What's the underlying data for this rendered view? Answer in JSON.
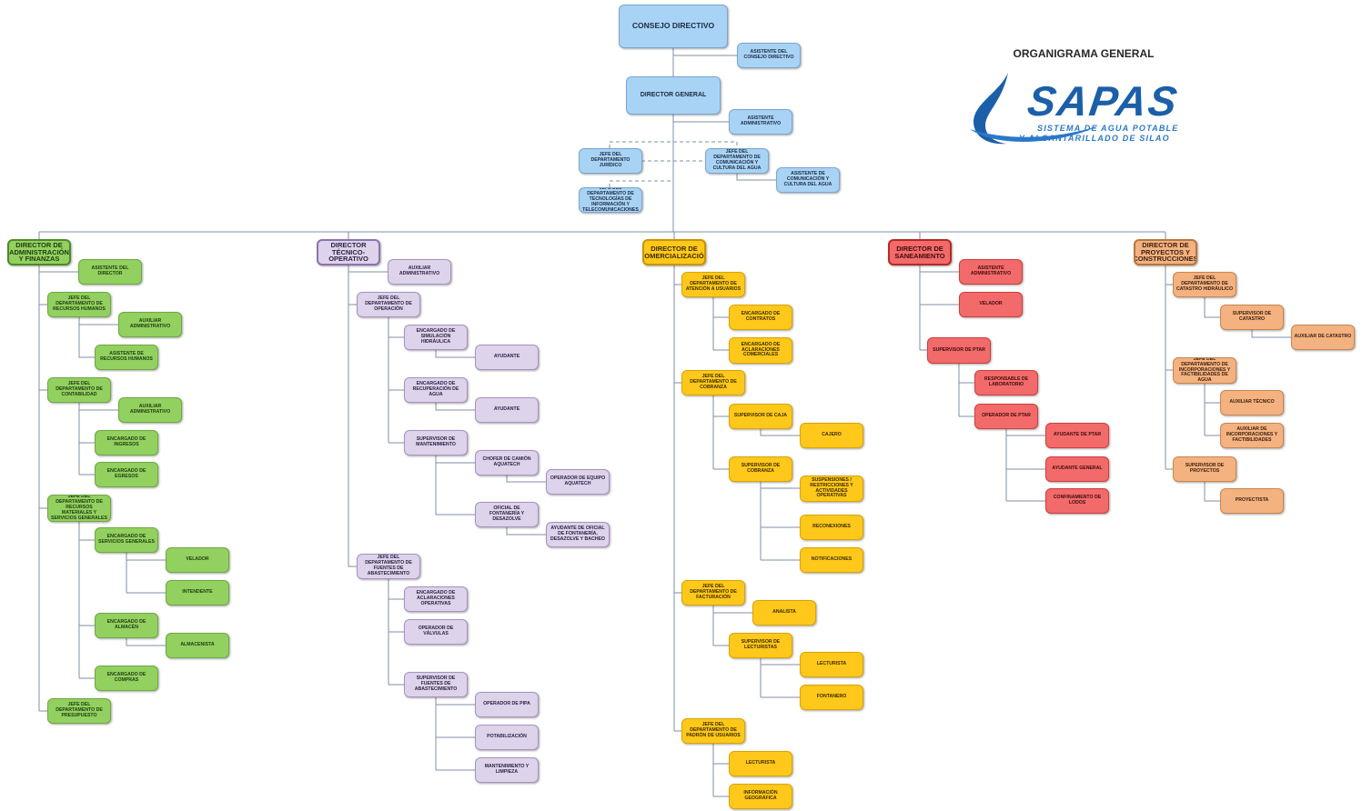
{
  "header": {
    "title": "ORGANIGRAMA GENERAL",
    "logo_text": "SAPAS",
    "logo_subtitle_1": "SISTEMA DE AGUA POTABLE",
    "logo_subtitle_2": "Y ALCANTARILLADO DE SILAO"
  },
  "colors": {
    "blue": "#a9d3f5",
    "green": "#92d05f",
    "purple": "#ddd3ea",
    "yellow": "#ffc81a",
    "red": "#f36a6a",
    "orange": "#f3b27f",
    "connector": "#7f8fa6"
  },
  "nodes": {
    "consejo": "CONSEJO DIRECTIVO",
    "asist_consejo": "ASISTENTE DEL CONSEJO DIRECTIVO",
    "dir_general": "DIRECTOR GENERAL",
    "asist_admin_dg": "ASISTENTE ADMINISTRATIVO",
    "jefe_juridico": "JEFE DEL DEPARTAMENTO JURÍDICO",
    "jefe_comunicacion": "JEFE DEL DEPARTAMENTO DE COMUNICACIÓN Y CULTURA DEL AGUA",
    "asist_comunicacion": "ASISTENTE DE COMUNICACIÓN Y CULTURA DEL AGUA",
    "jefe_tecnologias": "JEFE DEL DEPARTAMENTO DE TECNOLOGÍAS DE INFORMACIÓN Y TELECOMUNICACIONES",
    "dir_admin": "DIRECTOR DE ADMINISTRACIÓN Y FINANZAS",
    "af_asist_director": "ASISTENTE DEL DIRECTOR",
    "af_jefe_rh": "JEFE DEL DEPARTAMENTO DE RECURSOS HUMANOS",
    "af_aux_admin_1": "AUXILIAR ADMINISTRATIVO",
    "af_asist_rh": "ASISTENTE DE RECURSOS HUMANOS",
    "af_jefe_contab": "JEFE DEL DEPARTAMENTO DE CONTABILIDAD",
    "af_aux_admin_2": "AUXILIAR ADMINISTRATIVO",
    "af_enc_ingresos": "ENCARGADO DE INGRESOS",
    "af_enc_egresos": "ENCARGADO DE EGRESOS",
    "af_jefe_recmat": "JEFE DEL DEPARTAMENTO DE RECURSOS MATERIALES Y SERVICIOS GENERALES",
    "af_enc_servicios": "ENCARGADO DE SERVICIOS GENERALES",
    "af_velador": "VELADOR",
    "af_intendente": "INTENDENTE",
    "af_enc_almacen": "ENCARGADO DE ALMACÉN",
    "af_almacenista": "ALMACENISTA",
    "af_enc_compras": "ENCARGADO DE COMPRAS",
    "af_jefe_presupuesto": "JEFE DEL DEPARTAMENTO DE PRESUPUESTO",
    "dir_tecnico": "DIRECTOR TÉCNICO-OPERATIVO",
    "to_aux_admin": "AUXILIAR ADMINISTRATIVO",
    "to_jefe_operacion": "JEFE DEL DEPARTAMENTO DE OPERACIÓN",
    "to_enc_simulacion": "ENCARGADO DE SIMULACIÓN HIDRÁULICA",
    "to_ayudante_1": "AYUDANTE",
    "to_enc_recuperacion": "ENCARGADO DE RECUPERACIÓN DE AGUA",
    "to_ayudante_2": "AYUDANTE",
    "to_sup_mantenimiento": "SUPERVISOR DE MANTENIMIENTO",
    "to_chofer": "CHOFER DE CAMIÓN AQUATECH",
    "to_operador_aquatech": "OPERADOR DE EQUIPO AQUATECH",
    "to_oficial_fontaneria": "OFICIAL DE FONTANERÍA Y DESAZOLVE",
    "to_ayudante_oficial": "AYUDANTE DE OFICIAL DE FONTANERÍA, DESAZOLVE Y BACHEO",
    "to_jefe_fuentes": "JEFE DEL DEPARTAMENTO DE FUENTES DE ABASTECIMIENTO",
    "to_enc_aclaraciones": "ENCARGADO DE ACLARACIONES OPERATIVAS",
    "to_operador_valvulas": "OPERADOR DE VÁLVULAS",
    "to_sup_fuentes": "SUPERVISOR DE FUENTES DE ABASTECIMIENTO",
    "to_operador_pipa": "OPERADOR DE PIPA",
    "to_potabilizacion": "POTABILIZACIÓN",
    "to_mant_limpieza": "MANTENIMIENTO Y LIMPIEZA",
    "dir_comercial": "DIRECTOR DE COMERCIALIZACIÓN",
    "co_jefe_atencion": "JEFE DEL DEPARTAMENTO DE ATENCIÓN A USUARIOS",
    "co_enc_contratos": "ENCARGADO DE CONTRATOS",
    "co_enc_aclaraciones": "ENCARGADO DE ACLARACIONES COMERCIALES",
    "co_jefe_cobranza": "JEFE DEL DEPARTAMENTO DE COBRANZA",
    "co_sup_caja": "SUPERVISOR DE CAJA",
    "co_cajero": "CAJERO",
    "co_sup_cobranza": "SUPERVISOR DE COBRANZA",
    "co_suspensiones": "SUSPENSIONES / RESTRICCIONES Y ACTIVIDADES OPERATIVAS",
    "co_reconexiones": "RECONEXIONES",
    "co_notificaciones": "NOTIFICACIONES",
    "co_jefe_facturacion": "JEFE DEL DEPARTAMENTO DE FACTURACIÓN",
    "co_analista": "ANALISTA",
    "co_sup_lecturistas": "SUPERVISOR DE LECTURISTAS",
    "co_lecturista_1": "LECTURISTA",
    "co_fontanero": "FONTANERO",
    "co_jefe_padron": "JEFE DEL DEPARTAMENTO DE PADRÓN DE USUARIOS",
    "co_lecturista_2": "LECTURISTA",
    "co_info_geografica": "INFORMACIÓN GEOGRÁFICA",
    "dir_saneamiento": "DIRECTOR DE SANEAMIENTO",
    "sa_asist_admin": "ASISTENTE ADMINISTRATIVO",
    "sa_velador": "VELADOR",
    "sa_sup_ptar": "SUPERVISOR DE PTAR",
    "sa_resp_laboratorio": "RESPONSABLE DE LABORATORIO",
    "sa_operador_ptar": "OPERADOR DE PTAR",
    "sa_ayudante_ptar": "AYUDANTE DE PTAR",
    "sa_ayudante_general": "AYUDANTE GENERAL",
    "sa_confinamiento": "CONFINAMIENTO DE LODOS",
    "dir_proyectos": "DIRECTOR DE PROYECTOS Y CONSTRUCCIONES",
    "pc_jefe_catastro": "JEFE DEL DEPARTAMENTO DE CATASTRO HIDRÁULICO",
    "pc_sup_catastro": "SUPERVISOR DE CATASTRO",
    "pc_aux_catastro": "AUXILIAR DE CATASTRO",
    "pc_jefe_incorporaciones": "JEFE DEL DEPARTAMENTO DE INCORPORACIONES Y FACTIBILIDADES DE AGUA",
    "pc_aux_tecnico": "AUXILIAR TÉCNICO",
    "pc_aux_incorporaciones": "AUXILIAR DE INCORPORACIONES Y FACTIBILIDADES",
    "pc_sup_proyectos": "SUPERVISOR DE PROYECTOS",
    "pc_proyectista": "PROYECTISTA"
  }
}
